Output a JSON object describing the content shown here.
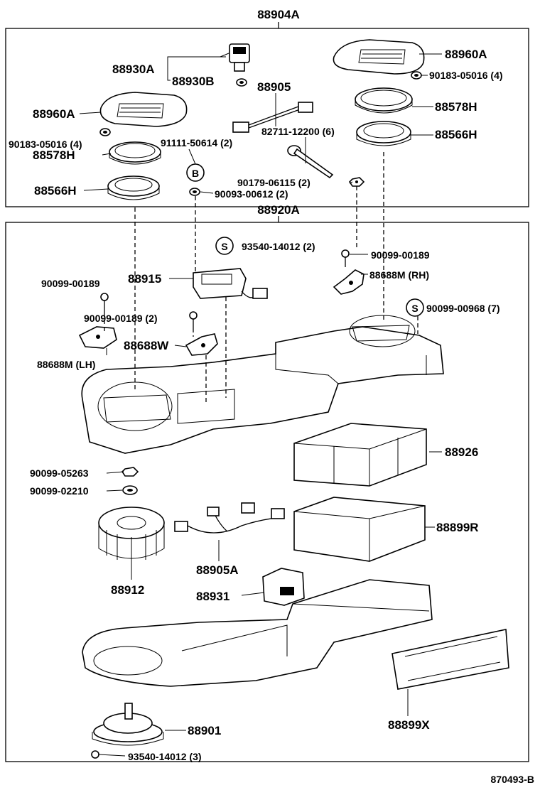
{
  "labels": {
    "l_88904A": "88904A",
    "l_88930A": "88930A",
    "l_88930B": "88930B",
    "l_88960A_top": "88960A",
    "l_90183_r": "90183-05016 (4)",
    "l_88905": "88905",
    "l_88960A_left": "88960A",
    "l_88578H_r": "88578H",
    "l_82711": "82711-12200 (6)",
    "l_90183_l": "90183-05016 (4)",
    "l_91111": "91111-50614 (2)",
    "l_88566H_r": "88566H",
    "l_88578H_l": "88578H",
    "l_90179": "90179-06115 (2)",
    "l_88566H_l": "88566H",
    "l_90093": "90093-00612 (2)",
    "l_88920A": "88920A",
    "l_93540_top": "93540-14012 (2)",
    "l_90099_189_r": "90099-00189",
    "l_88915": "88915",
    "l_88688M_RH": "88688M (RH)",
    "l_90099_189_l": "90099-00189",
    "l_90099_968": "90099-00968 (7)",
    "l_90099_189_2": "90099-00189 (2)",
    "l_88688W": "88688W",
    "l_88688M_LH": "88688M (LH)",
    "l_88926": "88926",
    "l_90099_05263": "90099-05263",
    "l_90099_02210": "90099-02210",
    "l_88899R": "88899R",
    "l_88905A": "88905A",
    "l_88912": "88912",
    "l_88931": "88931",
    "l_88901": "88901",
    "l_88899X": "88899X",
    "l_93540_bot": "93540-14012 (3)",
    "l_ref": "870493-B"
  },
  "markers": {
    "b": "B",
    "s1": "S",
    "s2": "S"
  }
}
